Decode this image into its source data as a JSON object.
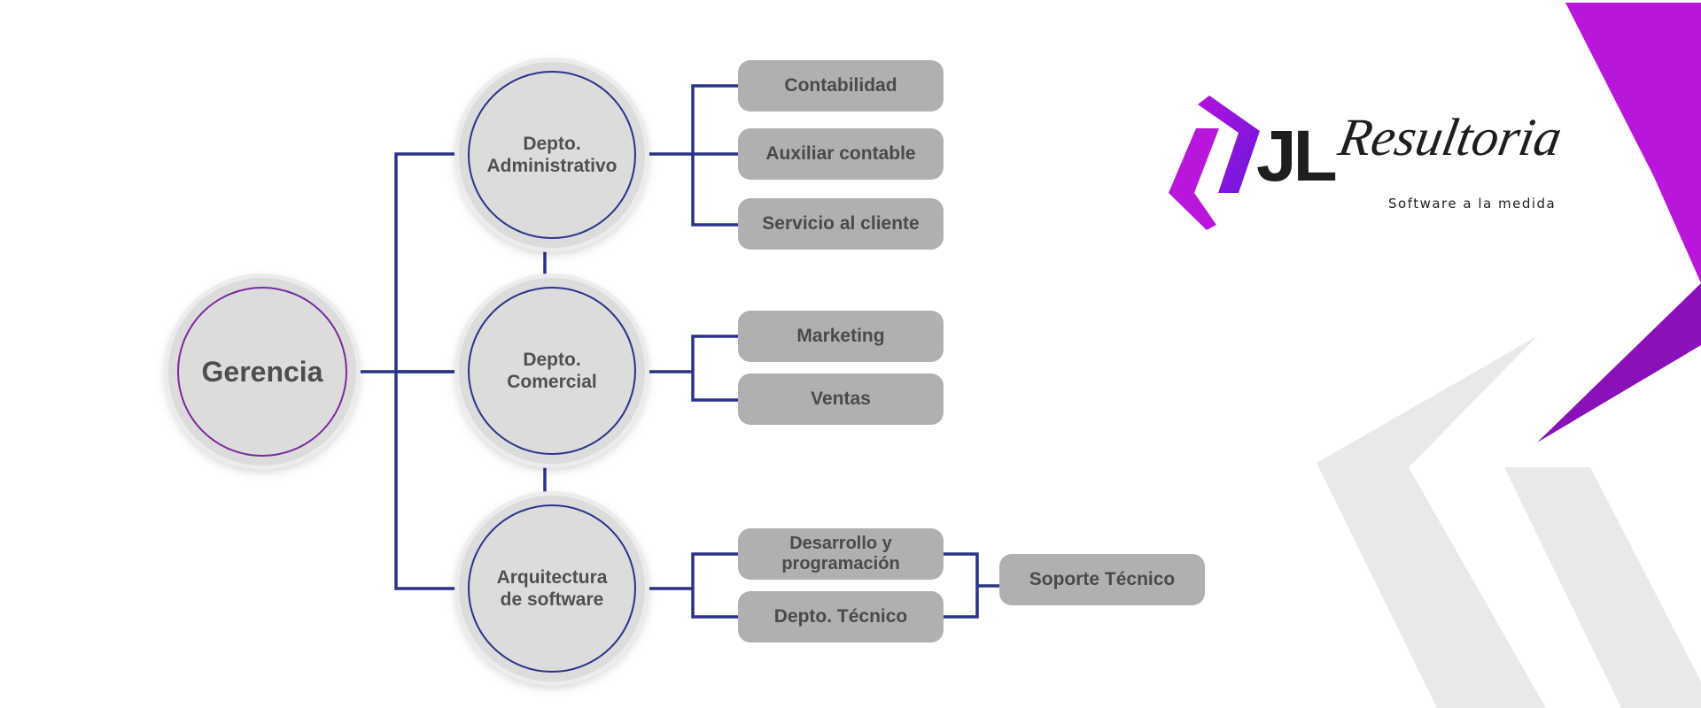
{
  "colors": {
    "connector": "#2a3389",
    "main_ring": "#7a2a9c",
    "circle_fill": "#dcdcdc",
    "box_fill": "#b0b0b0",
    "accent_purple": "#b211d9",
    "accent_violet": "#6a19e0",
    "decor_gray": "#e8e8e8"
  },
  "root": {
    "label": "Gerencia"
  },
  "departments": [
    {
      "label": "Depto. Administrativo",
      "children": [
        "Contabilidad",
        "Auxiliar contable",
        "Servicio al cliente"
      ]
    },
    {
      "label": "Depto. Comercial",
      "children": [
        "Marketing",
        "Ventas"
      ]
    },
    {
      "label": "Arquitectura de software",
      "children": [
        "Desarrollo y programación",
        "Depto. Técnico"
      ]
    }
  ],
  "support": {
    "label": "Soporte Técnico"
  },
  "logo": {
    "letters": "JL",
    "wordmark": "Resultoria",
    "tagline": "Software a la medida",
    "icon": "double-chevron-logo-icon"
  }
}
